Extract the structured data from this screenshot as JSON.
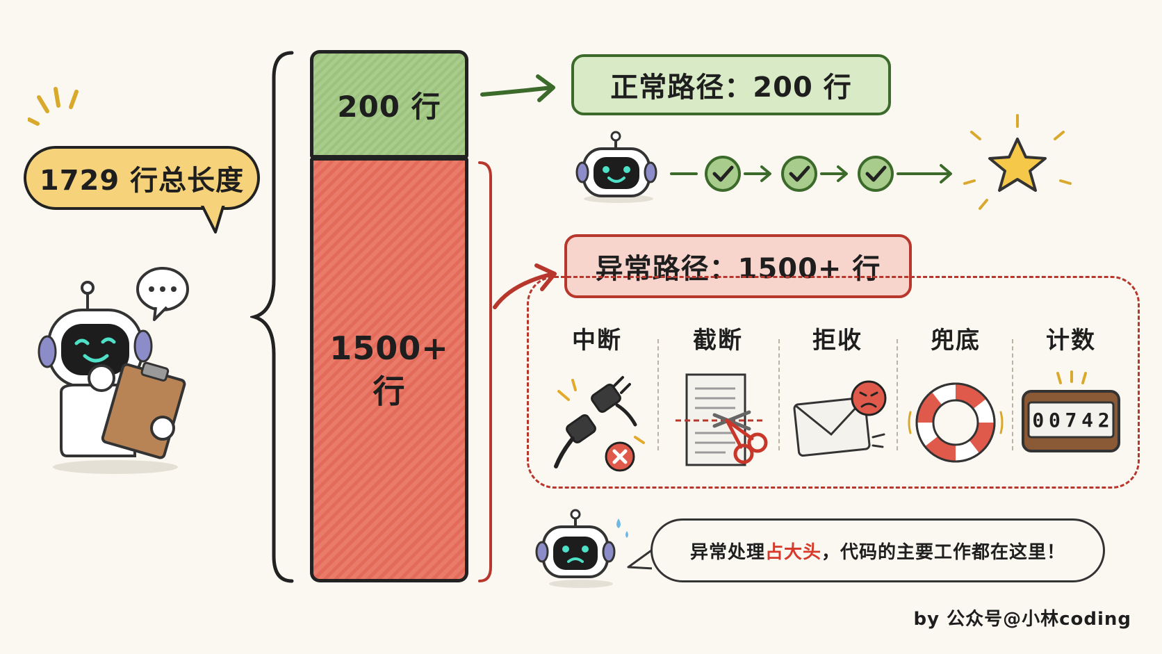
{
  "total": {
    "label": "1729 行总长度"
  },
  "bar": {
    "normal_label": "200 行",
    "error_line1": "1500+",
    "error_line2": "行"
  },
  "normal_path": {
    "label": "正常路径：200 行"
  },
  "error_path": {
    "label": "异常路径：1500+ 行"
  },
  "categories": [
    {
      "label": "中断",
      "icon": "unplugged-plug-icon"
    },
    {
      "label": "截断",
      "icon": "cut-document-icon"
    },
    {
      "label": "拒收",
      "icon": "rejected-envelope-icon"
    },
    {
      "label": "兜底",
      "icon": "lifebuoy-icon"
    },
    {
      "label": "计数",
      "icon": "counter-icon"
    }
  ],
  "counter_digits": [
    "0",
    "0",
    "7",
    "4",
    "2"
  ],
  "tip": {
    "prefix": "异常处理",
    "highlight": "占大头",
    "suffix": "，代码的主要工作都在这里！"
  },
  "credit": "by 公众号@小林coding",
  "colors": {
    "normal": "#a8cc8c",
    "error": "#e36b5a",
    "highlight": "#d63a2a",
    "bubble": "#f6d37a"
  }
}
